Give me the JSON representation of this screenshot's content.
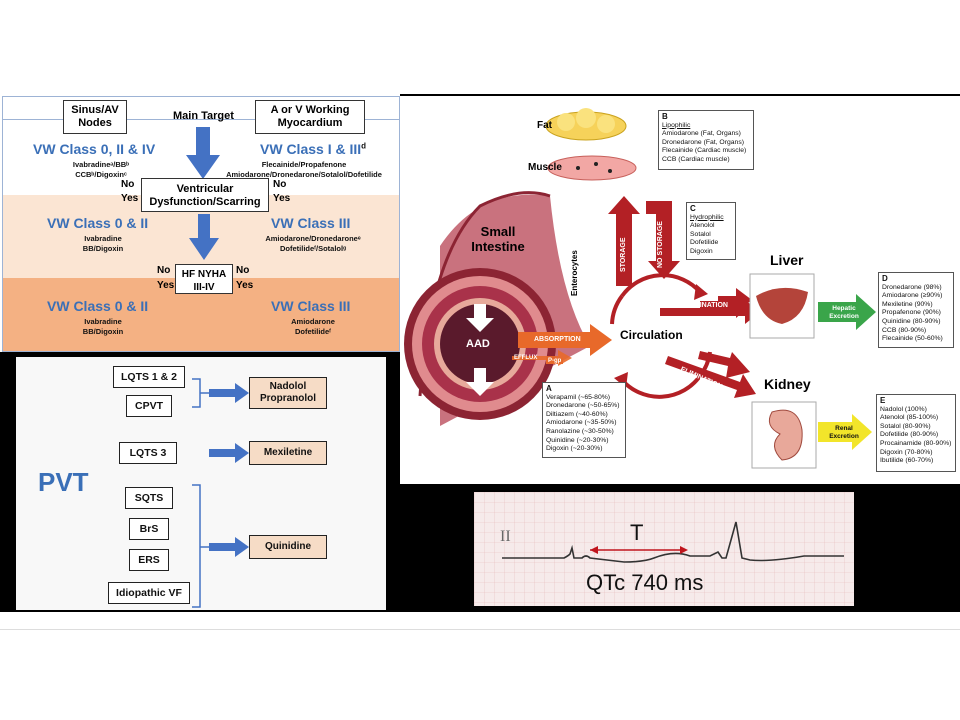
{
  "flowchart": {
    "sinus_av": "Sinus/AV Nodes",
    "main_target": "Main Target",
    "a_or_v": "A or V Working Myocardium",
    "top_left_class": "VW Class 0, II & IV",
    "top_left_drugs1": "Ivabradineᵃ/BBᵇ",
    "top_left_drugs2": "CCBᵇ/Digoxinᶜ",
    "top_right_class": "VW Class I & III",
    "top_right_sup": "d",
    "top_right_drugs1": "Flecainide/Propafenone",
    "top_right_drugs2": "Amiodarone/Dronedarone/Sotalol/Dofetilide",
    "ventricular_box": "Ventricular Dysfunction/Scarring",
    "no": "No",
    "yes": "Yes",
    "mid_left_class": "VW Class 0 & II",
    "mid_left_drugs1": "Ivabradine",
    "mid_left_drugs2": "BB/Digoxin",
    "mid_right_class": "VW Class III",
    "mid_right_drugs1": "Amiodarone/Dronedaroneᵉ",
    "mid_right_drugs2": "Dofetilideᶠ/Sotalolᵍ",
    "hf_box": "HF NYHA III-IV",
    "bot_left_class": "VW Class 0 & II",
    "bot_left_drugs1": "Ivabradine",
    "bot_left_drugs2": "BB/Digoxin",
    "bot_right_class": "VW Class III",
    "bot_right_drugs1": "Amiodarone",
    "bot_right_drugs2": "Dofetilideᶠ",
    "colors": {
      "blue_text": "#3a6fb7",
      "arrow": "#4472c4",
      "band_light": "#fbe5d3",
      "band_dark": "#f4b183"
    }
  },
  "pvt": {
    "title": "PVT",
    "groups": [
      {
        "conditions": [
          "LQTS 1 & 2",
          "CPVT"
        ],
        "therapy": "Nadolol Propranolol"
      },
      {
        "conditions": [
          "LQTS 3"
        ],
        "therapy": "Mexiletine"
      },
      {
        "conditions": [
          "SQTS",
          "BrS",
          "ERS",
          "Idiopathic VF"
        ],
        "therapy": "Quinidine"
      }
    ]
  },
  "pharm": {
    "fat": "Fat",
    "muscle": "Muscle",
    "small_intestine": "Small Intestine",
    "enterocytes": "Enterocytes",
    "aad": "AAD",
    "absorption": "ABSORPTION",
    "efflux": "EFFLUX",
    "pgp": "P-gp",
    "storage": "STORAGE",
    "no_storage": "NO STORAGE",
    "circulation": "Circulation",
    "elimination": "ELIMINATION",
    "liver": "Liver",
    "kidney": "Kidney",
    "hepatic": "Hepatic Excretion",
    "renal": "Renal Excretion",
    "box_a": {
      "label": "A",
      "items": [
        "Verapamil (~65-80%)",
        "Dronedarone (~50-65%)",
        "Diltiazem (~40-60%)",
        "Amiodarone (~35-50%)",
        "Ranolazine (~30-50%)",
        "Quinidine (~20-30%)",
        "Digoxin (~20-30%)"
      ]
    },
    "box_b": {
      "label": "B",
      "heading": "Lipophilic",
      "items": [
        "Amiodarone (Fat, Organs)",
        "Dronedarone (Fat, Organs)",
        "Flecainide (Cardiac muscle)",
        "CCB (Cardiac muscle)"
      ]
    },
    "box_c": {
      "label": "C",
      "heading": "Hydrophilic",
      "items": [
        "Atenolol",
        "Sotalol",
        "Dofetilide",
        "Digoxin"
      ]
    },
    "box_d": {
      "label": "D",
      "items": [
        "Dronedarone (98%)",
        "Amiodarone (≥90%)",
        "Mexiletine (90%)",
        "Propafenone (90%)",
        "Quinidine (80-90%)",
        "CCB (80-90%)",
        "Flecainide (50-60%)"
      ]
    },
    "box_e": {
      "label": "E",
      "items": [
        "Nadolol (100%)",
        "Atenolol (85-100%)",
        "Sotalol (80-90%)",
        "Dofetilide (80-90%)",
        "Procainamide (80-90%)",
        "Digoxin (70-80%)",
        "Ibutilide (60-70%)"
      ]
    },
    "colors": {
      "arrow_red": "#b32025",
      "hepatic_green": "#3aa54a",
      "renal_yellow": "#f2e52a",
      "absorption_orange": "#e8692a"
    }
  },
  "ecg": {
    "lead": "II",
    "t_label": "T",
    "qtc": "QTc 740 ms"
  }
}
